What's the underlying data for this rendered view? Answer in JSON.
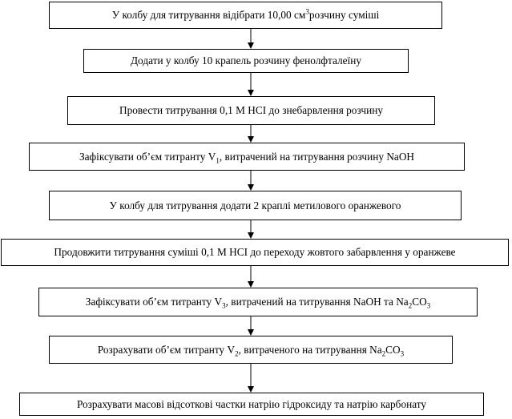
{
  "flowchart": {
    "steps": [
      {
        "pre": "У колбу для титрування відібрати  10,00 см",
        "sup": "3",
        "post": " розчину суміші"
      },
      {
        "pre": "Додати у колбу  10 крапель розчину фенолфталеїну"
      },
      {
        "pre": "Провести титрування 0,1 М НСІ до знебарвлення розчину"
      },
      {
        "pre": "Зафіксувати  об’єм титранту V",
        "sub": "1",
        "post": ", витрачений на титрування розчину NaOH"
      },
      {
        "pre": "У колбу для титрування додати 2 краплі метилового оранжевого"
      },
      {
        "pre": "Продовжити титрування суміші  0,1 М НСІ  до переходу  жовтого забарвлення у оранжеве"
      },
      {
        "pre": "Зафіксувати  об’єм титранту V",
        "sub": "3",
        "post": ", витрачений на титрування NaOH та Na",
        "sub2": "2",
        "post2": "CO",
        "sub3": "3"
      },
      {
        "pre": "Розрахувати  об’єм титранту V",
        "sub": "2",
        "post": ", витраченого на титрування Na",
        "sub2": "2",
        "post2": "CO",
        "sub3": "3"
      },
      {
        "pre": "Розрахувати  масові відсоткові частки  натрію гідроксиду  та натрію карбонату"
      }
    ]
  }
}
